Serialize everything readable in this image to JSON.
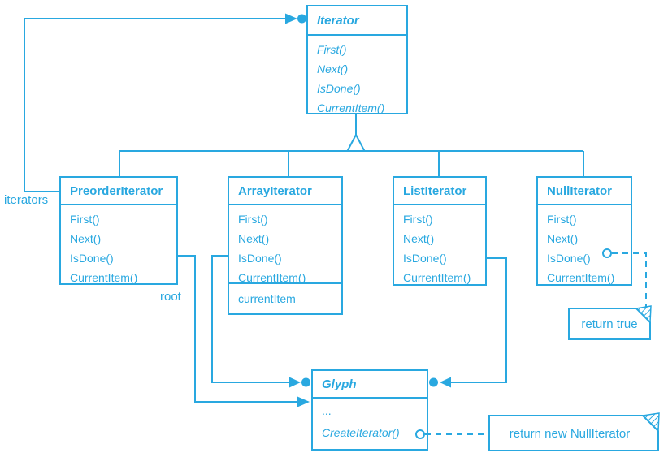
{
  "colors": {
    "accent": "#29a8e0",
    "background": "#ffffff"
  },
  "labels": {
    "iterators": "iterators",
    "root": "root"
  },
  "classes": {
    "iterator": {
      "name": "Iterator",
      "abstract": true,
      "methods": [
        "First()",
        "Next()",
        "IsDone()",
        "CurrentItem()"
      ]
    },
    "preorder_iterator": {
      "name": "PreorderIterator",
      "methods": [
        "First()",
        "Next()",
        "IsDone()",
        "CurrentItem()"
      ]
    },
    "array_iterator": {
      "name": "ArrayIterator",
      "methods": [
        "First()",
        "Next()",
        "IsDone()",
        "CurrentItem()"
      ],
      "attributes": [
        "currentItem"
      ]
    },
    "list_iterator": {
      "name": "ListIterator",
      "methods": [
        "First()",
        "Next()",
        "IsDone()",
        "CurrentItem()"
      ]
    },
    "null_iterator": {
      "name": "NullIterator",
      "methods": [
        "First()",
        "Next()",
        "IsDone()",
        "CurrentItem()"
      ]
    },
    "glyph": {
      "name": "Glyph",
      "abstract": true,
      "methods": [
        "...",
        "CreateIterator()"
      ]
    }
  },
  "notes": {
    "isdone_note": "return true",
    "create_iterator_note": "return new NullIterator"
  }
}
